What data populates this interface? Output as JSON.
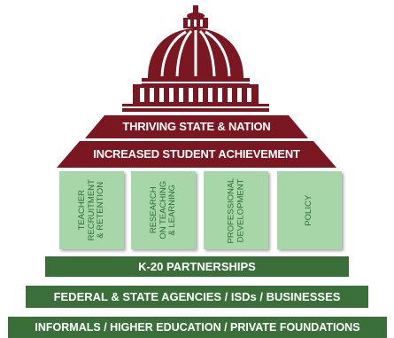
{
  "crown": {
    "top": "THRIVING STATE & NATION",
    "second": "INCREASED STUDENT ACHIEVEMENT"
  },
  "pillars": [
    {
      "lines": [
        "TEACHER",
        "RECRUITMENT",
        "& RETENTION"
      ]
    },
    {
      "lines": [
        "RESEARCH",
        "ON TEACHING",
        "& LEARNING"
      ]
    },
    {
      "lines": [
        "PROFESSIONAL",
        "DEVELOPMENT"
      ]
    },
    {
      "lines": [
        "POLICY"
      ]
    }
  ],
  "foundation": {
    "tier1": "K-20 PARTNERSHIPS",
    "tier2": "FEDERAL & STATE AGENCIES  /  ISDs /  BUSINESSES",
    "tier3": "INFORMALS /  HIGHER EDUCATION  /  PRIVATE FOUNDATIONS"
  },
  "colors": {
    "maroon": "#7b1721",
    "pillar_fill": "#a7d7a8",
    "pillar_text": "#2f6b36",
    "foundation_green": "#3a6f3a"
  }
}
